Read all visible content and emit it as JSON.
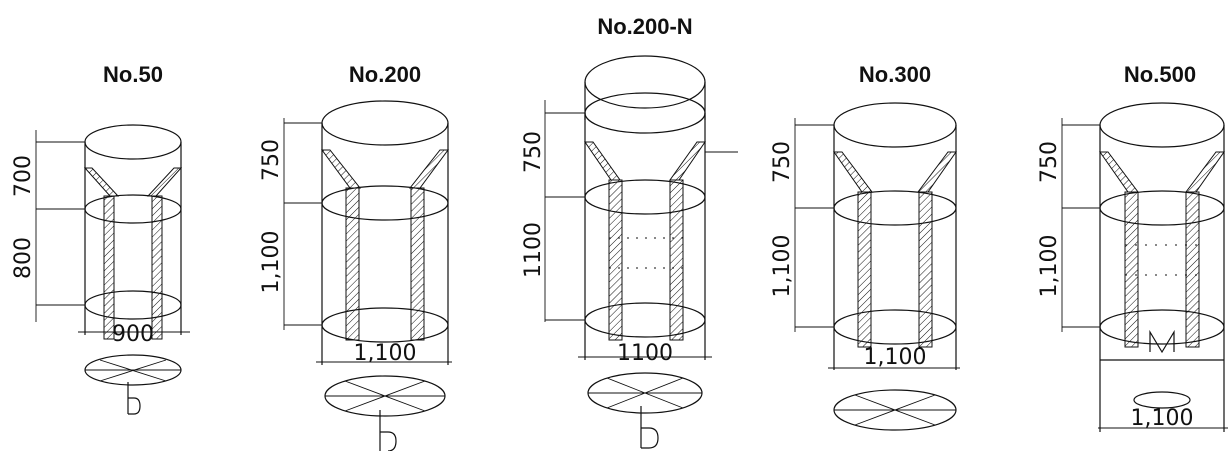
{
  "header": {
    "label": "No.200-N"
  },
  "bags": [
    {
      "name": "No.50",
      "dim_top": "700",
      "dim_middle": "800",
      "dim_width": "900"
    },
    {
      "name": "No.200",
      "dim_top": "750",
      "dim_middle": "1,100",
      "dim_width": "1,100"
    },
    {
      "name": "No.200-N",
      "dim_top": "750",
      "dim_middle": "1100",
      "dim_width": "1100"
    },
    {
      "name": "No.300",
      "dim_top": "750",
      "dim_middle": "1,100",
      "dim_width": "1,100"
    },
    {
      "name": "No.500",
      "dim_top": "750",
      "dim_middle": "1,100",
      "dim_width": "1,100"
    }
  ],
  "colors": {
    "line": "#111111",
    "background": "#ffffff"
  }
}
